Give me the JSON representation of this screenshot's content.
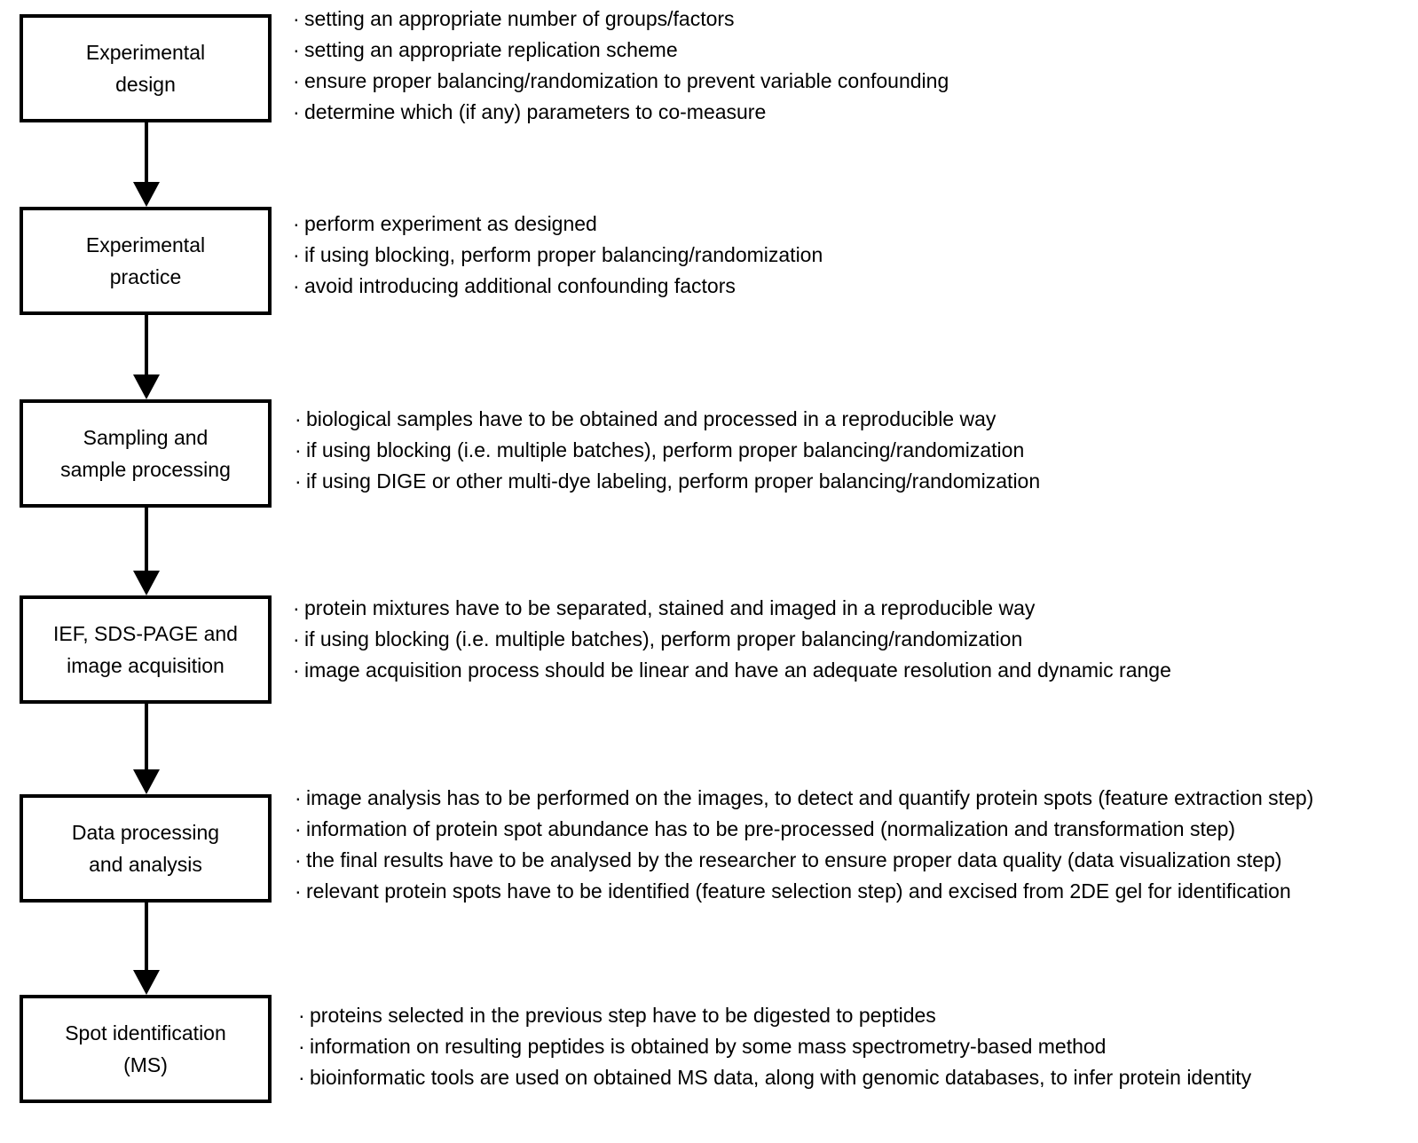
{
  "steps": [
    {
      "label_lines": [
        "Experimental",
        "design"
      ],
      "notes": [
        "setting an appropriate number of groups/factors",
        "setting an appropriate replication scheme",
        "ensure proper balancing/randomization to prevent variable confounding",
        "determine which (if any) parameters to co-measure"
      ]
    },
    {
      "label_lines": [
        "Experimental",
        "practice"
      ],
      "notes": [
        "perform experiment as designed",
        "if using blocking, perform proper balancing/randomization",
        "avoid introducing additional confounding factors"
      ]
    },
    {
      "label_lines": [
        "Sampling and",
        "sample processing"
      ],
      "notes": [
        "biological samples have to be obtained and processed in a reproducible way",
        "if using blocking (i.e. multiple batches), perform proper balancing/randomization",
        "if using DIGE or other multi-dye labeling, perform proper balancing/randomization"
      ]
    },
    {
      "label_lines": [
        "IEF, SDS-PAGE and",
        "image acquisition"
      ],
      "notes": [
        "protein mixtures have to be separated, stained and imaged in a reproducible way",
        "if using blocking (i.e. multiple batches), perform proper balancing/randomization",
        "image acquisition process should be linear and have an adequate resolution and dynamic range"
      ]
    },
    {
      "label_lines": [
        "Data processing",
        "and analysis"
      ],
      "notes": [
        "image analysis has to be performed on the images, to detect and quantify protein spots (feature extraction step)",
        "information of protein spot abundance has to be pre-processed (normalization and transformation step)",
        "the final results have to be analysed by the researcher to ensure proper data quality (data visualization step)",
        "relevant protein spots have to be identified (feature selection step) and excised from 2DE gel for identification"
      ]
    },
    {
      "label_lines": [
        "Spot identification",
        "(MS)"
      ],
      "notes": [
        "proteins selected in the previous step have to be digested to peptides",
        "information on resulting peptides is obtained by some mass spectrometry-based method",
        "bioinformatic tools are used on obtained MS data, along with genomic databases, to infer protein identity"
      ]
    }
  ],
  "bullet_symbol": "·",
  "colors": {
    "line": "#000000",
    "background": "#ffffff",
    "text": "#000000"
  }
}
